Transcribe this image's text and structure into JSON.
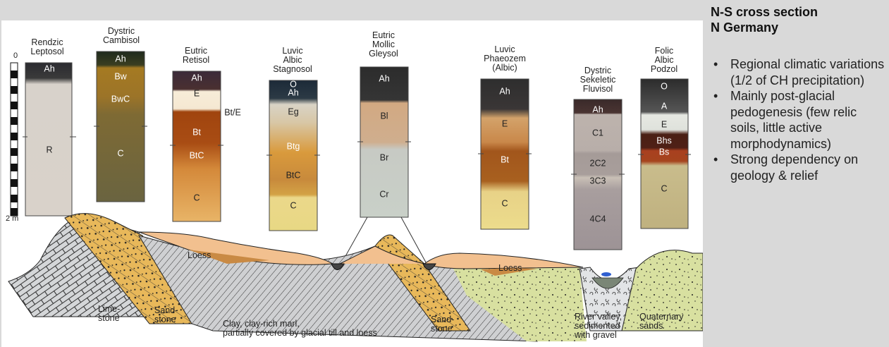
{
  "sidebar": {
    "title_line1": "N-S cross section",
    "title_line2": "N Germany",
    "bullets": [
      {
        "text": "Regional climatic variations (1/2 of CH precipitation)"
      },
      {
        "text": "Mainly post-glacial pedogenesis (few relic soils, little active morphodynamics)"
      },
      {
        "text": "Strong dependency on geology & relief"
      }
    ],
    "bullet_glyph": "•"
  },
  "scale": {
    "top": "0",
    "bottom": "2 m"
  },
  "profiles": [
    {
      "name": "Rendzic Leptosol",
      "title": [
        "Rendzic",
        "Leptosol"
      ],
      "horizons": [
        "Ah",
        "R"
      ]
    },
    {
      "name": "Dystric Cambisol",
      "title": [
        "Dystric",
        "Cambisol"
      ],
      "horizons": [
        "Ah",
        "Bw",
        "BwC",
        "C"
      ]
    },
    {
      "name": "Eutric Retisol",
      "title": [
        "Eutric",
        "Retisol"
      ],
      "horizons": [
        "Ah",
        "E",
        "Bt",
        "BtC",
        "C"
      ],
      "side_label": "Bt/E"
    },
    {
      "name": "Luvic Albic Stagnosol",
      "title": [
        "Luvic",
        "Albic",
        "Stagnosol"
      ],
      "horizons": [
        "O",
        "Ah",
        "Eg",
        "Btg",
        "BtC",
        "C"
      ]
    },
    {
      "name": "Eutric Mollic Gleysol",
      "title": [
        "Eutric",
        "Mollic",
        "Gleysol"
      ],
      "horizons": [
        "Ah",
        "Bl",
        "Br",
        "Cr"
      ]
    },
    {
      "name": "Luvic Phaeozem (Albic)",
      "title": [
        "Luvic",
        "Phaeozem",
        "(Albic)"
      ],
      "horizons": [
        "Ah",
        "E",
        "Bt",
        "C"
      ]
    },
    {
      "name": "Dystric Sekeletic Fluvisol",
      "title": [
        "Dystric",
        "Sekeletic",
        "Fluvisol"
      ],
      "horizons": [
        "Ah",
        "C1",
        "2C2",
        "3C3",
        "4C4"
      ]
    },
    {
      "name": "Folic Albic Podzol",
      "title": [
        "Folic",
        "Albic",
        "Podzol"
      ],
      "horizons": [
        "O",
        "A",
        "E",
        "Bhs",
        "Bs",
        "C"
      ]
    }
  ],
  "geology": {
    "loess_1": "Loess",
    "loess_2": "Loess",
    "limestone": "Lime-\nstone",
    "sandstone_1": "Sand-\nstone",
    "clay": "Clay, clay-rich marl,\npartially covered by glacial till and loess",
    "sandstone_2": "Sand-\nstone",
    "river": "River valley,\nsedimented\nwith gravel",
    "quaternary": "Quaternary\nsands"
  },
  "colors": {
    "background": "#d9d9d9",
    "panel": "#ffffff",
    "limestone": "#d4d6d8",
    "sandstone": "#e8b85a",
    "loess": "#f2c08f",
    "clay": "#cfd0d2",
    "quaternary": "#d8e0a0",
    "gravel": "#e2e4e6",
    "water": "#2f5fd0"
  }
}
